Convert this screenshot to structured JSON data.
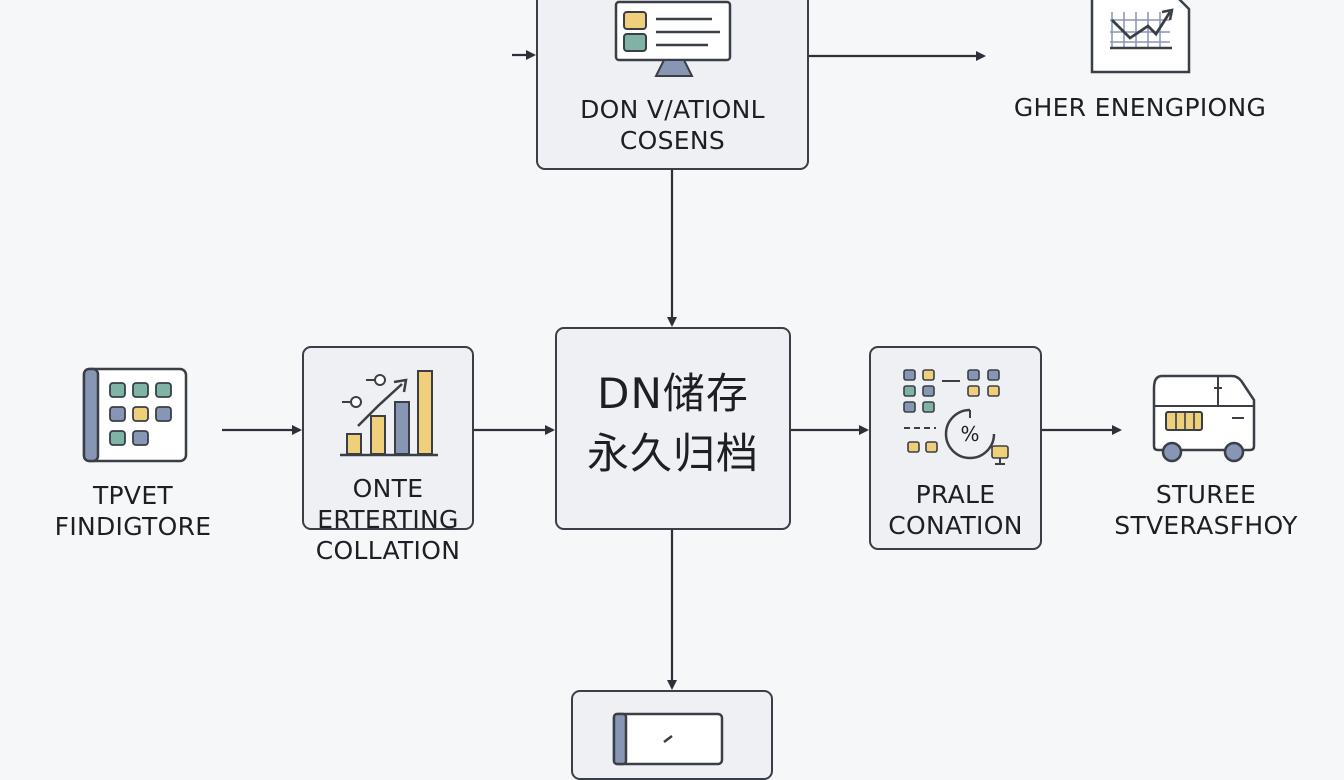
{
  "nodes": {
    "top": {
      "label_line1": "DON V/ATIONL",
      "label_line2": "COSENS"
    },
    "top_right": {
      "label": "GHER ENENGPIONG"
    },
    "left": {
      "label_line1": "TPVET",
      "label_line2": "FINDIGTORE"
    },
    "collation": {
      "label_line1": "ONTE",
      "label_line2": "ERTERTING",
      "label_line3": "COLLATION"
    },
    "center": {
      "label_line1": "DN储存",
      "label_line2": "永久归档"
    },
    "prale": {
      "label_line1": "PRALE",
      "label_line2": "CONATION"
    },
    "store": {
      "label_line1": "STUREE",
      "label_line2": "STVERASFHOY"
    }
  },
  "icons": {
    "top": "monitor-dashboard-icon",
    "top_right": "line-chart-document-icon",
    "left": "grid-table-icon",
    "collation": "bar-chart-trend-icon",
    "prale": "grid-percent-gauge-icon",
    "store": "delivery-van-icon",
    "bottom": "document-check-icon"
  },
  "colors": {
    "outline": "#3a3f47",
    "box_fill": "#eef0f3",
    "yellow": "#f0cf7a",
    "teal": "#7fb3a5",
    "slate": "#8796b4"
  }
}
